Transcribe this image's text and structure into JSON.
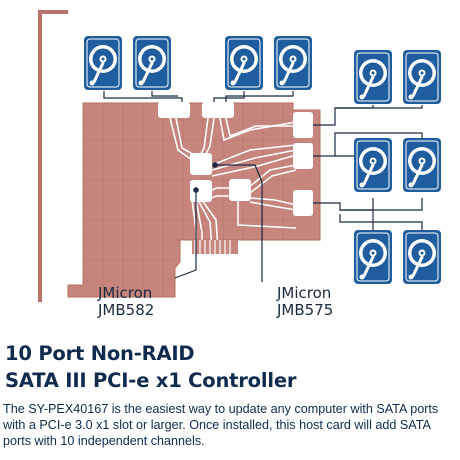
{
  "diagram": {
    "label_582": {
      "line1": "JMicron",
      "line2": "JMB582"
    },
    "label_575": {
      "line1": "JMicron",
      "line2": "JMB575"
    }
  },
  "headline": {
    "line1": "10 Port Non-RAID",
    "line2": "SATA III PCI-e x1 Controller"
  },
  "description": "The SY-PEX40167 is the easiest way to update any computer with SATA ports with a PCI-e 3.0 x1 slot or larger. Once installed, this host card will add SATA ports with 10 independent channels.",
  "colors": {
    "board": "#c6857d",
    "board_stroke": "#b5705f",
    "drive_blue": "#1f5d9e",
    "wire": "#1c2a45",
    "bracket": "#b8746c",
    "text": "#0f2b4e"
  },
  "icons": {
    "drive": "hard-drive-icon",
    "chip": "chip-icon"
  }
}
